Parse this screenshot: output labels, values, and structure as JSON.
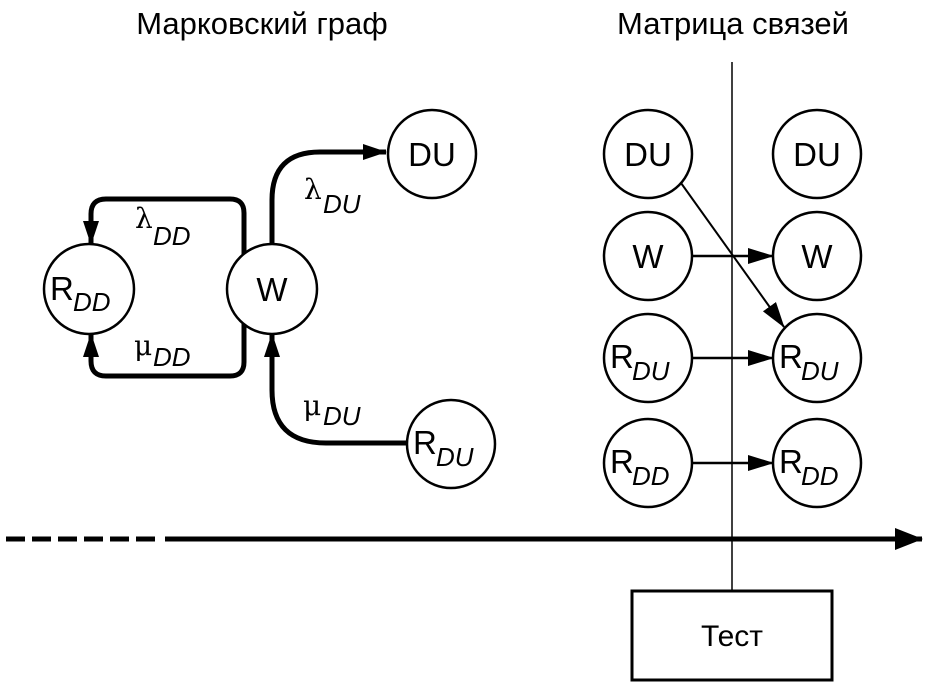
{
  "titles": {
    "markov_graph": "Марковский граф",
    "link_matrix": "Матрица связей"
  },
  "markov_graph": {
    "nodes": {
      "rdd": {
        "main": "R",
        "sub": "DD"
      },
      "w": {
        "main": "W",
        "sub": ""
      },
      "du": {
        "main": "DU",
        "sub": ""
      },
      "rdu": {
        "main": "R",
        "sub": "DU"
      }
    },
    "edges": [
      {
        "id": "lambda_dd",
        "from": "W",
        "to": "R_DD",
        "symbol": "λ",
        "sub": "DD"
      },
      {
        "id": "mu_dd",
        "from": "W",
        "to": "R_DD",
        "symbol": "μ",
        "sub": "DD"
      },
      {
        "id": "lambda_du",
        "from": "W",
        "to": "DU",
        "symbol": "λ",
        "sub": "DU"
      },
      {
        "id": "mu_du",
        "from": "R_DU",
        "to": "W",
        "symbol": "μ",
        "sub": "DU"
      }
    ]
  },
  "link_matrix": {
    "left_column": [
      {
        "main": "DU",
        "sub": ""
      },
      {
        "main": "W",
        "sub": ""
      },
      {
        "main": "R",
        "sub": "DU"
      },
      {
        "main": "R",
        "sub": "DD"
      }
    ],
    "right_column": [
      {
        "main": "DU",
        "sub": ""
      },
      {
        "main": "W",
        "sub": ""
      },
      {
        "main": "R",
        "sub": "DU"
      },
      {
        "main": "R",
        "sub": "DD"
      }
    ],
    "links": [
      {
        "from": "DU",
        "to": "R_DU"
      },
      {
        "from": "W",
        "to": "W"
      },
      {
        "from": "R_DU",
        "to": "R_DU"
      },
      {
        "from": "R_DD",
        "to": "R_DD"
      }
    ]
  },
  "test_box": {
    "label": "Тест"
  }
}
